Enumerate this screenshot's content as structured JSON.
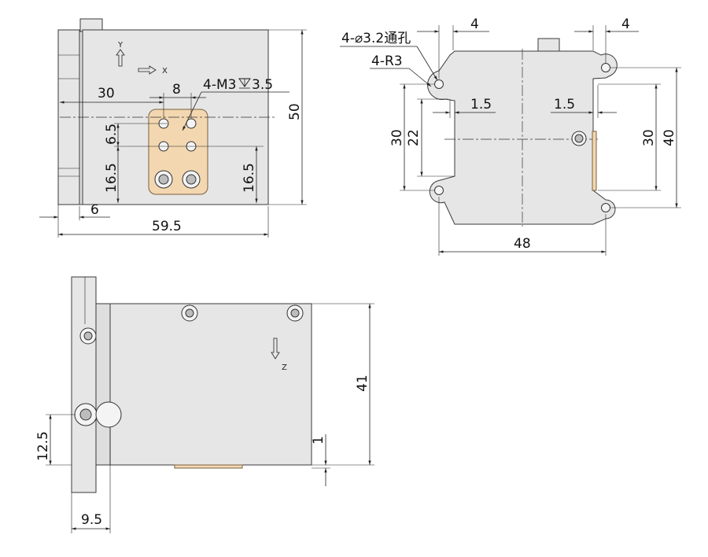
{
  "views": {
    "front": {
      "dims": {
        "d30": "30",
        "d8": "8",
        "thread": "4-M3",
        "thread_depth": "3.5",
        "d50": "50",
        "d6_5": "6.5",
        "d16_5_left": "16.5",
        "d16_5_right": "16.5",
        "d6": "6",
        "d59_5": "59.5"
      },
      "axes": {
        "y": "Y",
        "x": "X"
      }
    },
    "top": {
      "dims": {
        "through_hole": "4-⌀3.2通孔",
        "radius": "4-R3",
        "d4_left": "4",
        "d4_right": "4",
        "d1_5_left": "1.5",
        "d1_5_right": "1.5",
        "d30_left": "30",
        "d22": "22",
        "d30_right": "30",
        "d40": "40",
        "d48": "48"
      }
    },
    "side": {
      "dims": {
        "d41": "41",
        "d1": "1",
        "d12_5": "12.5",
        "d9_5": "9.5"
      },
      "axes": {
        "z": "Z"
      }
    }
  },
  "colors": {
    "part_fill": "#e6e6e6",
    "brass_plate": "#f3d7b0",
    "outline": "#3a3a3a"
  }
}
